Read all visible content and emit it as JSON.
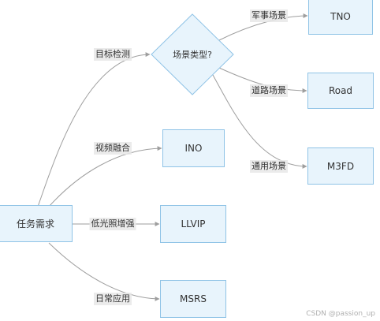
{
  "nodes": {
    "task": "任务需求",
    "scene_type": "场景类型?",
    "tno": "TNO",
    "road": "Road",
    "m3fd": "M3FD",
    "ino": "INO",
    "llvip": "LLVIP",
    "msrs": "MSRS"
  },
  "edges": {
    "detect": "目标检测",
    "video": "视频融合",
    "lowlight": "低光照增强",
    "daily": "日常应用",
    "military": "军事场景",
    "road": "道路场景",
    "general": "通用场景"
  },
  "watermark": "CSDN @passion_up",
  "colors": {
    "node_fill": "#e8f4fc",
    "node_border": "#8fc3e6",
    "edge": "#9e9e9e"
  }
}
